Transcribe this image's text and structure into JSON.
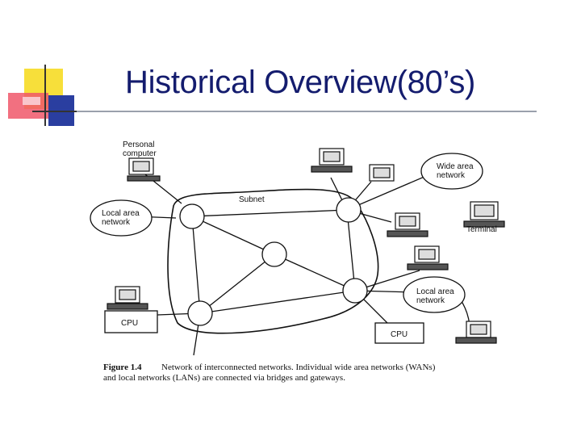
{
  "title": "Historical Overview(80’s)",
  "diagram": {
    "labels": {
      "personal_computer_1": "Personal",
      "personal_computer_2": "computer",
      "wan_1": "Wide area",
      "wan_2": "network",
      "lan_left_1": "Local area",
      "lan_left_2": "network",
      "lan_right_1": "Local area",
      "lan_right_2": "network",
      "subnet": "Subnet",
      "terminal": "Terminal",
      "cpu_left": "CPU",
      "cpu_right": "CPU"
    },
    "caption": {
      "figure_label": "Figure 1.4",
      "line1": "Network of interconnected networks. Individual wide area networks (WANs)",
      "line2": "and local networks (LANs) are connected via bridges and gateways."
    }
  },
  "colors": {
    "title": "#141c6e",
    "deco_yellow": "#f7df3a",
    "deco_red": "#f0576a",
    "deco_blue": "#2a3ea0"
  }
}
